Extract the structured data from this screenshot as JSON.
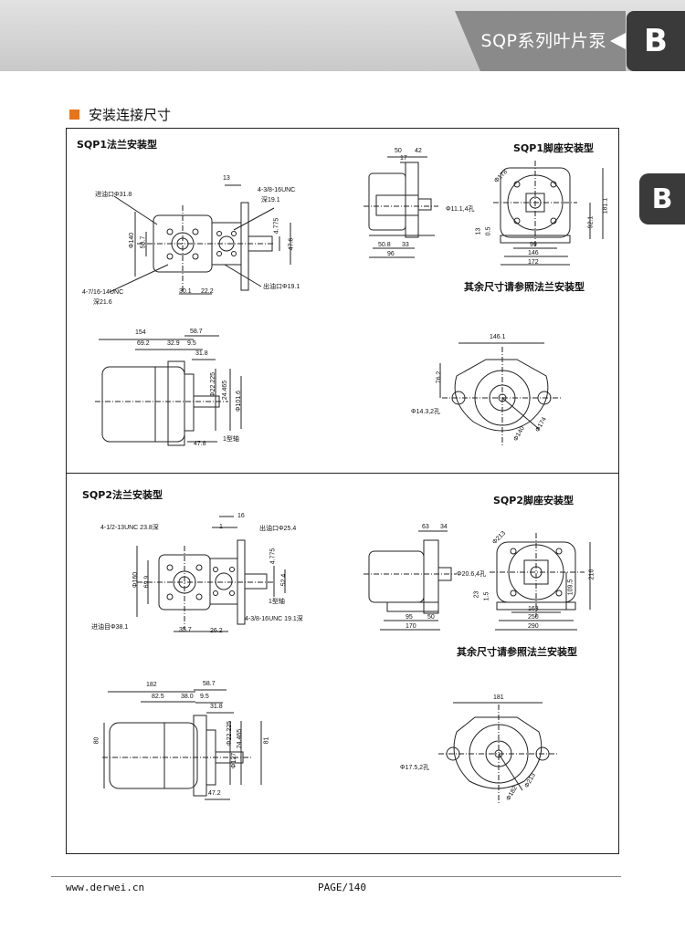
{
  "header": {
    "series_title": "SQP系列叶片泵",
    "tab_letter": "B"
  },
  "side_tab": {
    "letter": "B"
  },
  "section": {
    "title": "安装连接尺寸"
  },
  "sqp1": {
    "flange_title": "SQP1法兰安装型",
    "foot_title": "SQP1脚座安装型",
    "foot_note": "其余尺寸请参照法兰安装型",
    "flange_front": {
      "inlet": "进油口Φ31.8",
      "d140": "Φ140",
      "d58_7": "58.7",
      "thread_bottom": "4-7/16-14UNC",
      "depth_bottom": "深21.6",
      "d30_1": "30.1",
      "d22_2": "22.2",
      "d13": "13",
      "thread_top": "4-3/8-16UNC",
      "depth_top": "深19.1",
      "d4_775": "4.775",
      "d47_6": "47.6",
      "outlet": "出油口Φ19.1"
    },
    "flange_side": {
      "d154": "154",
      "d58_7": "58.7",
      "d69_2": "69.2",
      "d32_9": "32.9",
      "d9_5": "9.5",
      "d31_8": "31.8",
      "d22_225": "Φ22.225",
      "d24_465": "24.465",
      "d101_6": "Φ101.6",
      "d47_8": "47.8",
      "shaft_type": "1型轴"
    },
    "foot_side": {
      "d50": "50",
      "d42": "42",
      "d17": "17",
      "d50_8": "50.8",
      "d33": "33",
      "d96": "96"
    },
    "foot_front": {
      "d178": "Φ178",
      "hole": "Φ11.1,4孔",
      "d13": "13",
      "d0_5": "0.5",
      "d99": "99",
      "d146": "146",
      "d172": "172",
      "d92_1": "92.1",
      "d181_1": "181.1"
    },
    "flange_rear": {
      "d146_1": "146.1",
      "d76_2": "76.2",
      "hole": "Φ14.3,2孔",
      "d174": "Φ174",
      "d140": "Φ140"
    }
  },
  "sqp2": {
    "flange_title": "SQP2法兰安装型",
    "foot_title": "SQP2脚座安装型",
    "foot_note": "其余尺寸请参照法兰安装型",
    "flange_front": {
      "thread_top": "4-1/2-13UNC 23.8深",
      "d16": "16",
      "d1": "1",
      "outlet": "出油口Φ25.4",
      "d160": "Φ160",
      "d69_9": "69.9",
      "d4_775": "4.775",
      "d52_4": "52.4",
      "shaft_type": "1型轴",
      "thread_bottom": "4-3/8-16UNC 19.1深",
      "inlet": "进油目Φ38.1",
      "d35_7": "35.7",
      "d26_2": "26.2"
    },
    "flange_side": {
      "d182": "182",
      "d58_7": "58.7",
      "d82_5": "82.5",
      "d38_0": "38.0",
      "d9_5": "9.5",
      "d31_8": "31.8",
      "d80": "80",
      "d22_225": "Φ22.225",
      "d24_465": "24.465",
      "d81": "81",
      "d127": "Φ127",
      "d47_2": "47.2"
    },
    "foot_side": {
      "d63": "63",
      "d34": "34",
      "d95": "95",
      "d50": "50",
      "d170": "170"
    },
    "foot_front": {
      "d213": "Φ213",
      "hole": "Φ20.6,4孔",
      "d23": "23",
      "d1_5": "1.5",
      "d163": "163",
      "d250": "250",
      "d290": "290",
      "d109_5": "109.5",
      "d216": "216"
    },
    "flange_rear": {
      "d181": "181",
      "hole": "Φ17.5,2孔",
      "d213": "Φ213",
      "d182": "Φ182"
    }
  },
  "footer": {
    "website": "www.derwei.cn",
    "page": "PAGE/140"
  },
  "colors": {
    "accent": "#e8741a",
    "tab_dark": "#3a3a3a",
    "header_dark": "#8a8a8a",
    "header_light": "#d0d0d0"
  }
}
